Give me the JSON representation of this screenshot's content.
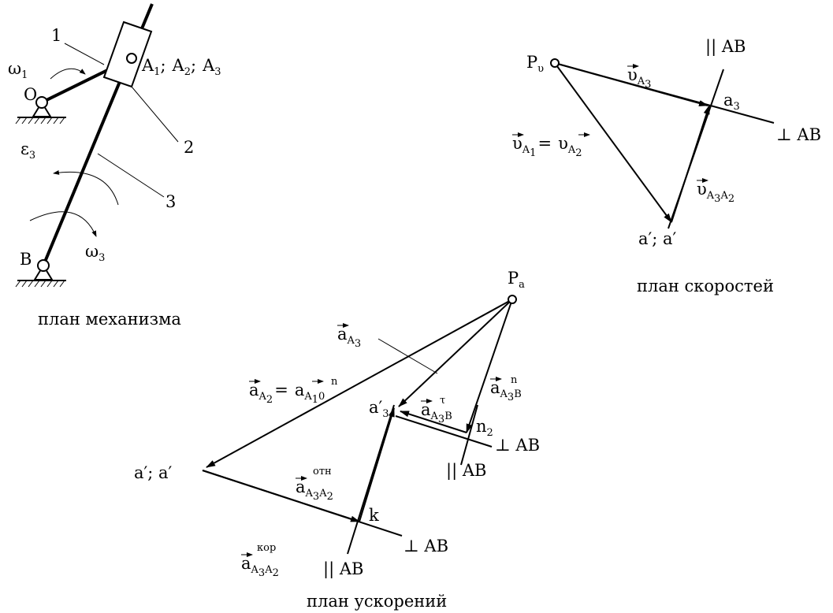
{
  "mechanism": {
    "caption": "план механизма",
    "labels": {
      "link1": "1",
      "link2": "2",
      "link3": "3",
      "point_a": "A",
      "sub1": "1",
      "sub2": "2",
      "sub3": "3",
      "sep": ";",
      "origin": "O",
      "pivot_b": "B",
      "omega": "ω",
      "eps": "ε"
    }
  },
  "velocity_plan": {
    "caption": "план скоростей",
    "labels": {
      "pole": "P",
      "pole_sub": "υ",
      "par_ab": "|| AB",
      "perp_ab": "⊥ AB",
      "a3": "a",
      "a3_sub": "3",
      "a12": "a′; a′",
      "v": "υ",
      "A": "A",
      "eq": "=",
      "s1": "1",
      "s2": "2",
      "s3": "3"
    }
  },
  "acceleration_plan": {
    "caption": "план ускорений",
    "labels": {
      "pole": "P",
      "pole_sub": "a",
      "a": "a",
      "A": "A",
      "B": "B",
      "n": "n",
      "tau": "τ",
      "otn": "отн",
      "kor": "кор",
      "eq": "=",
      "zero": "0",
      "s1": "1",
      "s2": "2",
      "s3": "3",
      "a3p": "a′",
      "n2": "n",
      "k": "k",
      "a12": "a′; a′",
      "par_ab": "|| AB",
      "perp_ab": "⊥ AB"
    }
  }
}
